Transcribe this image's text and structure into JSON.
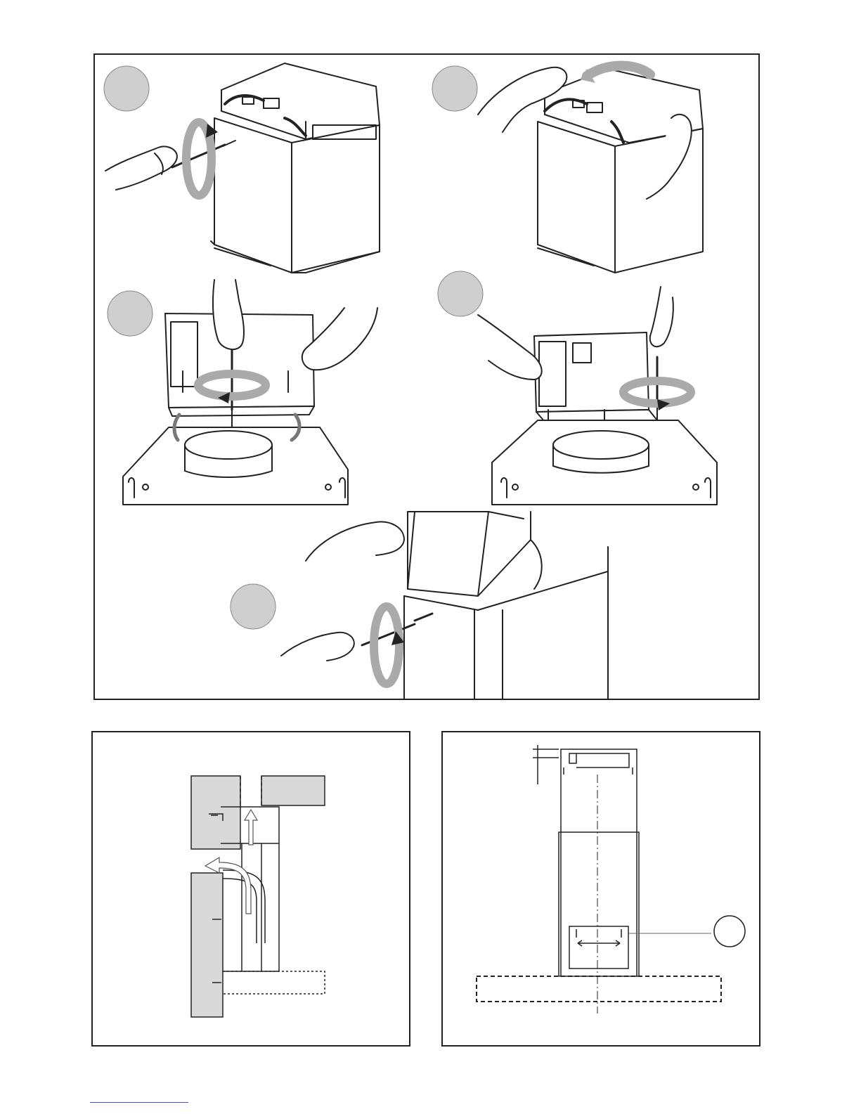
{
  "document": {
    "type": "installation-instructions-page",
    "panels": {
      "steps": [
        {
          "id": "step-remove-top-screw",
          "description_icon": "screwdriver-rotate-icon"
        },
        {
          "id": "step-lift-cover",
          "description_icon": "rotate-lift-icon"
        },
        {
          "id": "step-screw-motor-left",
          "description_icon": "screwdriver-rotate-icon"
        },
        {
          "id": "step-screw-motor-right",
          "description_icon": "screwdriver-rotate-icon"
        },
        {
          "id": "step-fix-chimney",
          "description_icon": "screwdriver-rotate-icon"
        }
      ],
      "airflow_diagram": {
        "arrows": [
          "up-arrow",
          "left-curve-arrow"
        ]
      },
      "chimney_diagram": {
        "callout": "circle-callout"
      }
    },
    "colors": {
      "line": "#222222",
      "step_circle": "#cfcfcf",
      "wall": "#d9d9d9",
      "arrow_fill": "#bdbdbd",
      "footer_link": "#4a4ad0"
    }
  }
}
